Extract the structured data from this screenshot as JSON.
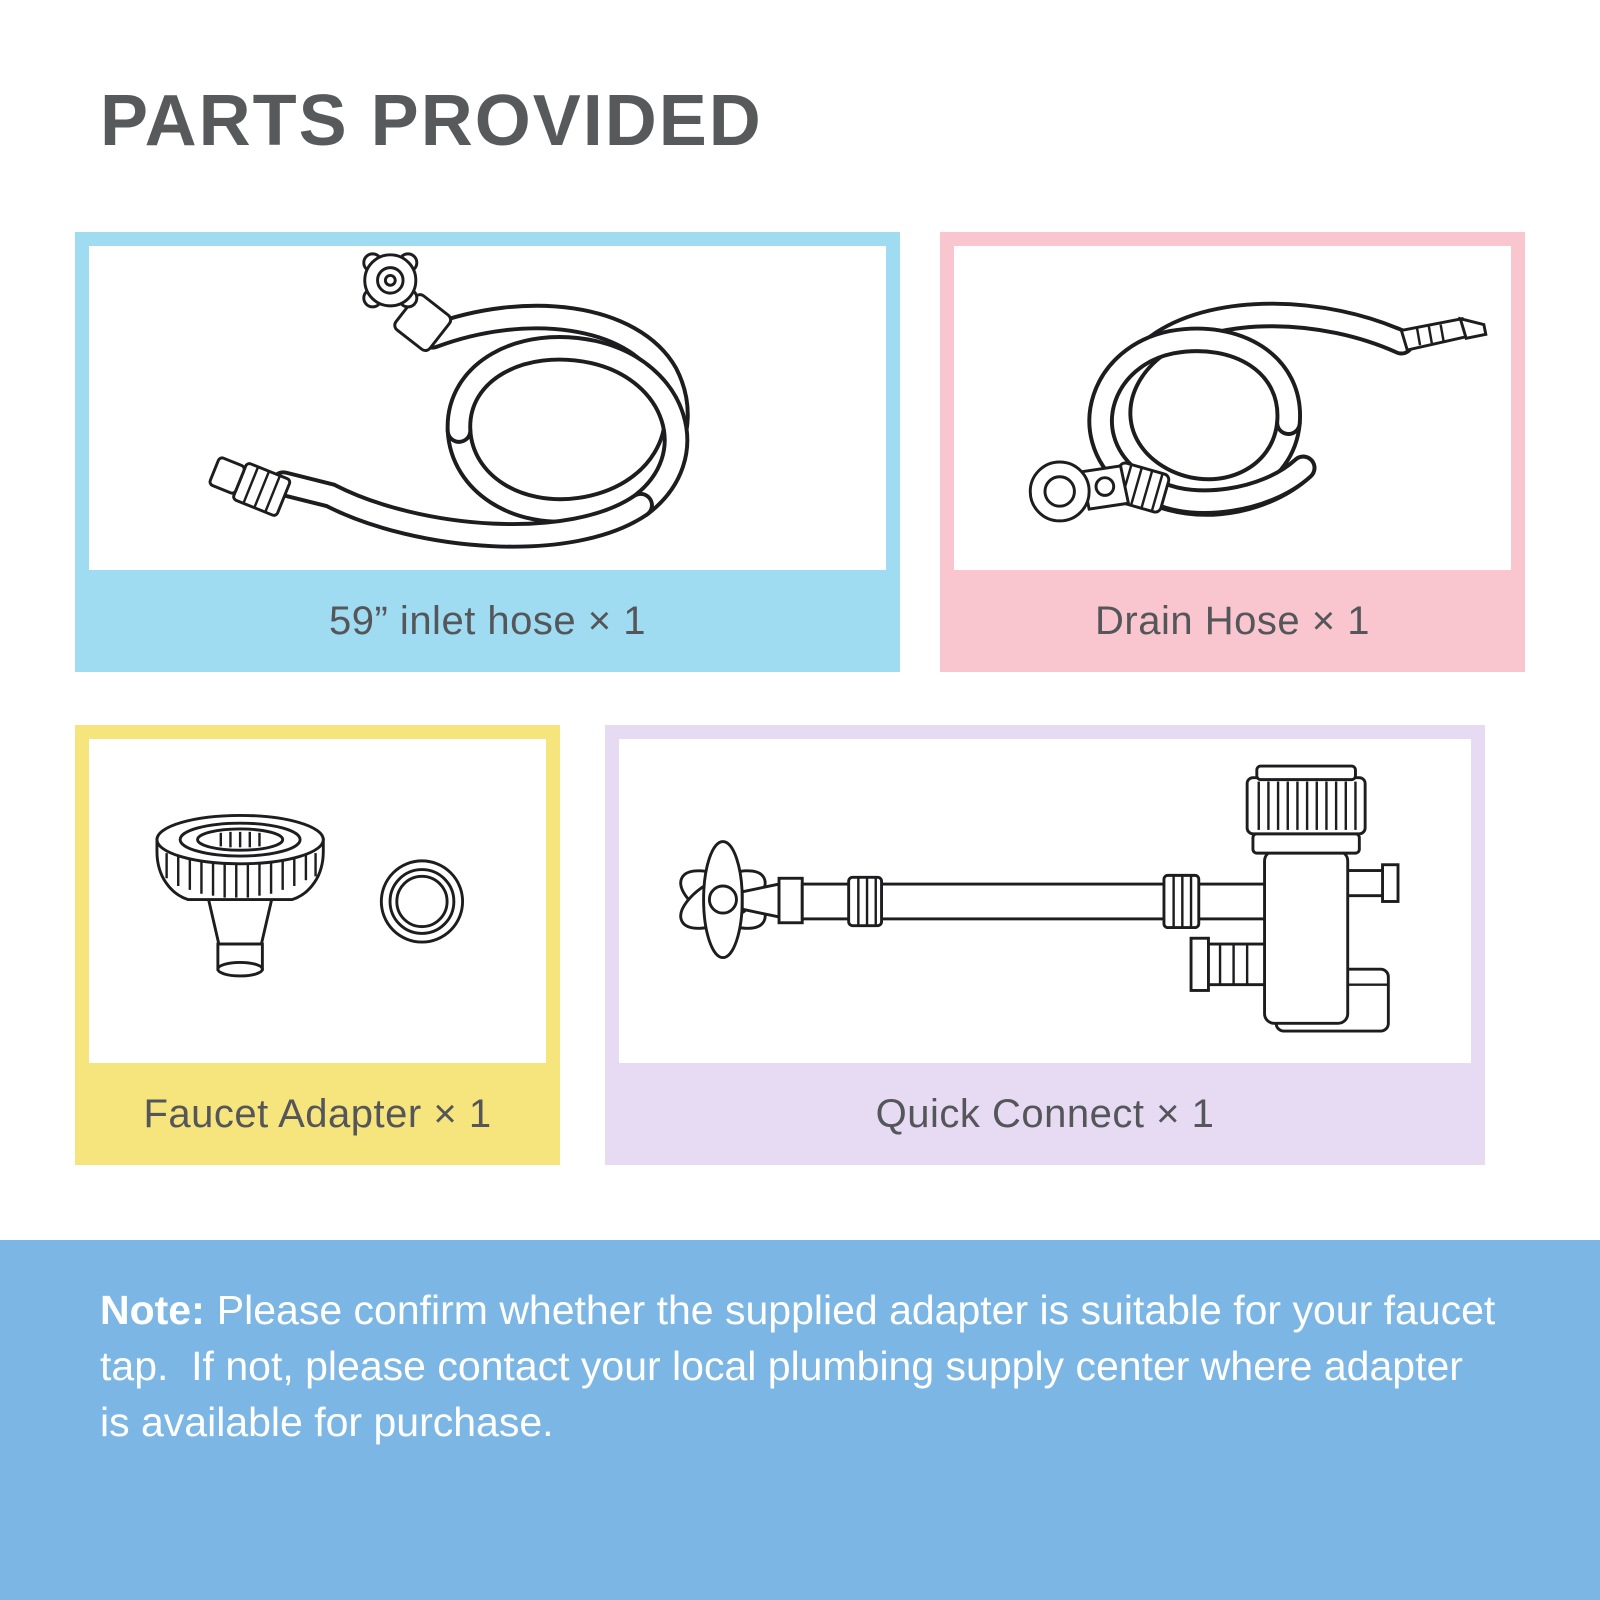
{
  "page": {
    "title": "PARTS PROVIDED",
    "background": "#ffffff"
  },
  "cards": [
    {
      "name": "inlet-hose",
      "label": "59” inlet hose × 1",
      "accent": "#a0dcf1",
      "illustration": "inlet-hose-line-drawing"
    },
    {
      "name": "drain-hose",
      "label": "Drain Hose × 1",
      "accent": "#f9c6d0",
      "illustration": "drain-hose-line-drawing"
    },
    {
      "name": "faucet-adapter",
      "label": "Faucet Adapter × 1",
      "accent": "#f6e47c",
      "illustration": "faucet-adapter-line-drawing"
    },
    {
      "name": "quick-connect",
      "label": "Quick Connect × 1",
      "accent": "#e6dbf2",
      "illustration": "quick-connect-line-drawing"
    }
  ],
  "note": {
    "label": "Note:",
    "text": "Please confirm whether the supplied adapter is suitable for your faucet tap.  If not, please contact your local plumbing supply center where adapter is available for purchase.",
    "background": "#7cb6e4",
    "text_color": "#ffffff"
  },
  "colors": {
    "title_text": "#58595b",
    "label_text": "#55565a",
    "line_art": "#1d1d1f"
  }
}
